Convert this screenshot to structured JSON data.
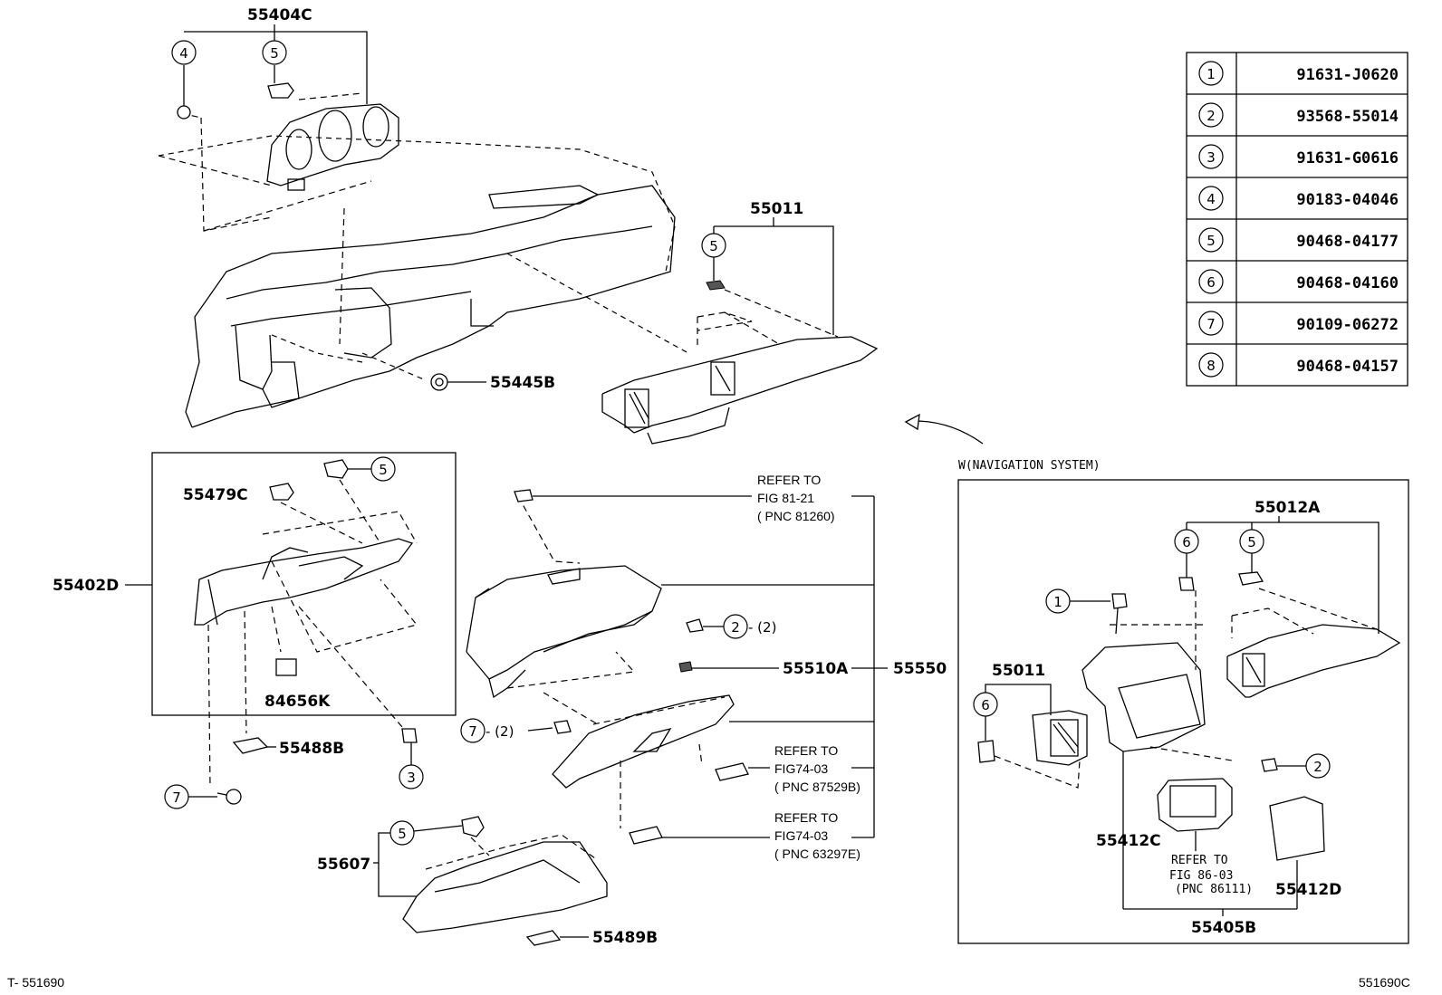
{
  "parts_table": [
    {
      "ref": "1",
      "part_no": "91631-J0620"
    },
    {
      "ref": "2",
      "part_no": "93568-55014"
    },
    {
      "ref": "3",
      "part_no": "91631-G0616"
    },
    {
      "ref": "4",
      "part_no": "90183-04046"
    },
    {
      "ref": "5",
      "part_no": "90468-04177"
    },
    {
      "ref": "6",
      "part_no": "90468-04160"
    },
    {
      "ref": "7",
      "part_no": "90109-06272"
    },
    {
      "ref": "8",
      "part_no": "90468-04157"
    }
  ],
  "labels": {
    "p55404C": "55404C",
    "p55011_top": "55011",
    "p55445B": "55445B",
    "p55479C": "55479C",
    "p55402D": "55402D",
    "p84656K": "84656K",
    "p55488B": "55488B",
    "p55607": "55607",
    "p55489B": "55489B",
    "p55510A": "55510A",
    "p55550": "55550",
    "p55012A": "55012A",
    "p55011_nav": "55011",
    "p55412C": "55412C",
    "p55412D": "55412D",
    "p55405B": "55405B"
  },
  "callouts": {
    "four": "4",
    "five": "5",
    "three": "3",
    "seven": "7",
    "two": "2",
    "one": "1",
    "six": "6",
    "qty2": "- (2)"
  },
  "refs": {
    "r1_line1": "REFER TO",
    "r1_line2": "FIG 81-21",
    "r1_line3": "( PNC 81260)",
    "r2_line1": "REFER TO",
    "r2_line2": "FIG74-03",
    "r2_line3": "( PNC 87529B)",
    "r3_line1": "REFER TO",
    "r3_line2": "FIG74-03",
    "r3_line3": "( PNC 63297E)",
    "r4_line1": "REFER TO",
    "r4_line2": "FIG 86-03",
    "r4_line3": "(PNC 86111)"
  },
  "nav_caption": "W(NAVIGATION SYSTEM)",
  "footer": {
    "left": "T- 551690",
    "right": "551690C"
  }
}
